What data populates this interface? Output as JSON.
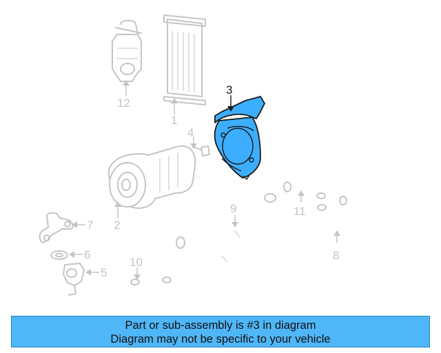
{
  "diagram": {
    "callouts": {
      "c1": "1",
      "c2": "2",
      "c3": "3",
      "c4": "4",
      "c5": "5",
      "c6": "6",
      "c7": "7",
      "c8": "8",
      "c9": "9",
      "c10": "10",
      "c11": "11",
      "c12": "12"
    },
    "highlighted_part": "3",
    "colors": {
      "highlight": "#3daeff",
      "ghost": "#c4c4c4",
      "banner": "#4fb6f7"
    }
  },
  "banner": {
    "line1": "Part or sub-assembly is #3 in diagram",
    "line2": "Diagram may not be specific to your vehicle"
  }
}
